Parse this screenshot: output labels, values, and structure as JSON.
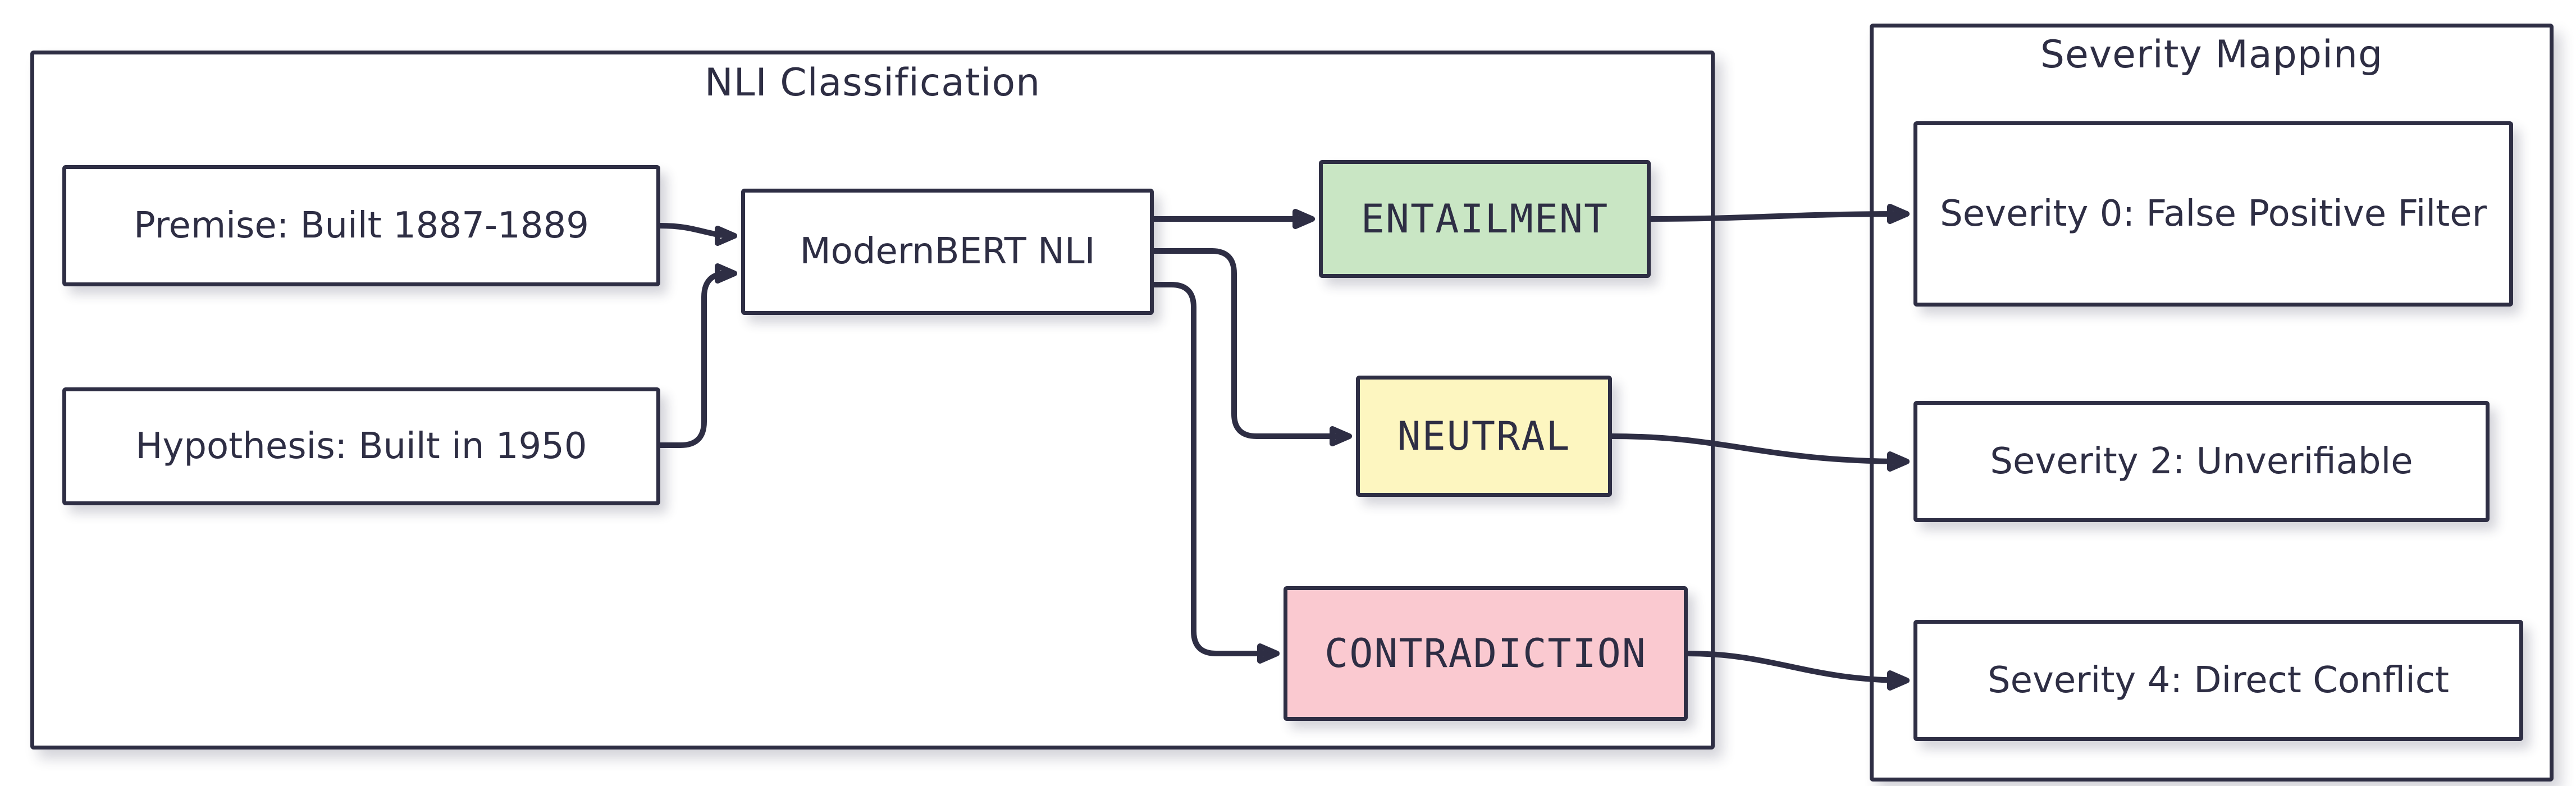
{
  "diagram": {
    "groups": {
      "nli": {
        "title": "NLI Classification"
      },
      "severity": {
        "title": "Severity Mapping"
      }
    },
    "nodes": {
      "premise": {
        "label": "Premise: Built 1887-1889",
        "fill": "#ffffff"
      },
      "hypothesis": {
        "label": "Hypothesis: Built in 1950",
        "fill": "#ffffff"
      },
      "model": {
        "label": "ModernBERT NLI",
        "fill": "#ffffff"
      },
      "entailment": {
        "label": "ENTAILMENT",
        "fill": "#c9e6c4"
      },
      "neutral": {
        "label": "NEUTRAL",
        "fill": "#fdf6c0"
      },
      "contradiction": {
        "label": "CONTRADICTION",
        "fill": "#fac9d0"
      },
      "severity0": {
        "label": "Severity 0: False Positive Filter",
        "fill": "#ffffff"
      },
      "severity2": {
        "label": "Severity 2: Unverifiable",
        "fill": "#ffffff"
      },
      "severity4": {
        "label": "Severity 4: Direct Conflict",
        "fill": "#ffffff"
      }
    },
    "edges": [
      {
        "from": "premise",
        "to": "model"
      },
      {
        "from": "hypothesis",
        "to": "model"
      },
      {
        "from": "model",
        "to": "entailment"
      },
      {
        "from": "model",
        "to": "neutral"
      },
      {
        "from": "model",
        "to": "contradiction"
      },
      {
        "from": "entailment",
        "to": "severity0"
      },
      {
        "from": "neutral",
        "to": "severity2"
      },
      {
        "from": "contradiction",
        "to": "severity4"
      }
    ],
    "colors": {
      "stroke": "#2e2e44",
      "entailment_fill": "#c9e6c4",
      "neutral_fill": "#fdf6c0",
      "contradiction_fill": "#fac9d0",
      "node_fill": "#ffffff",
      "background": "#ffffff"
    }
  }
}
